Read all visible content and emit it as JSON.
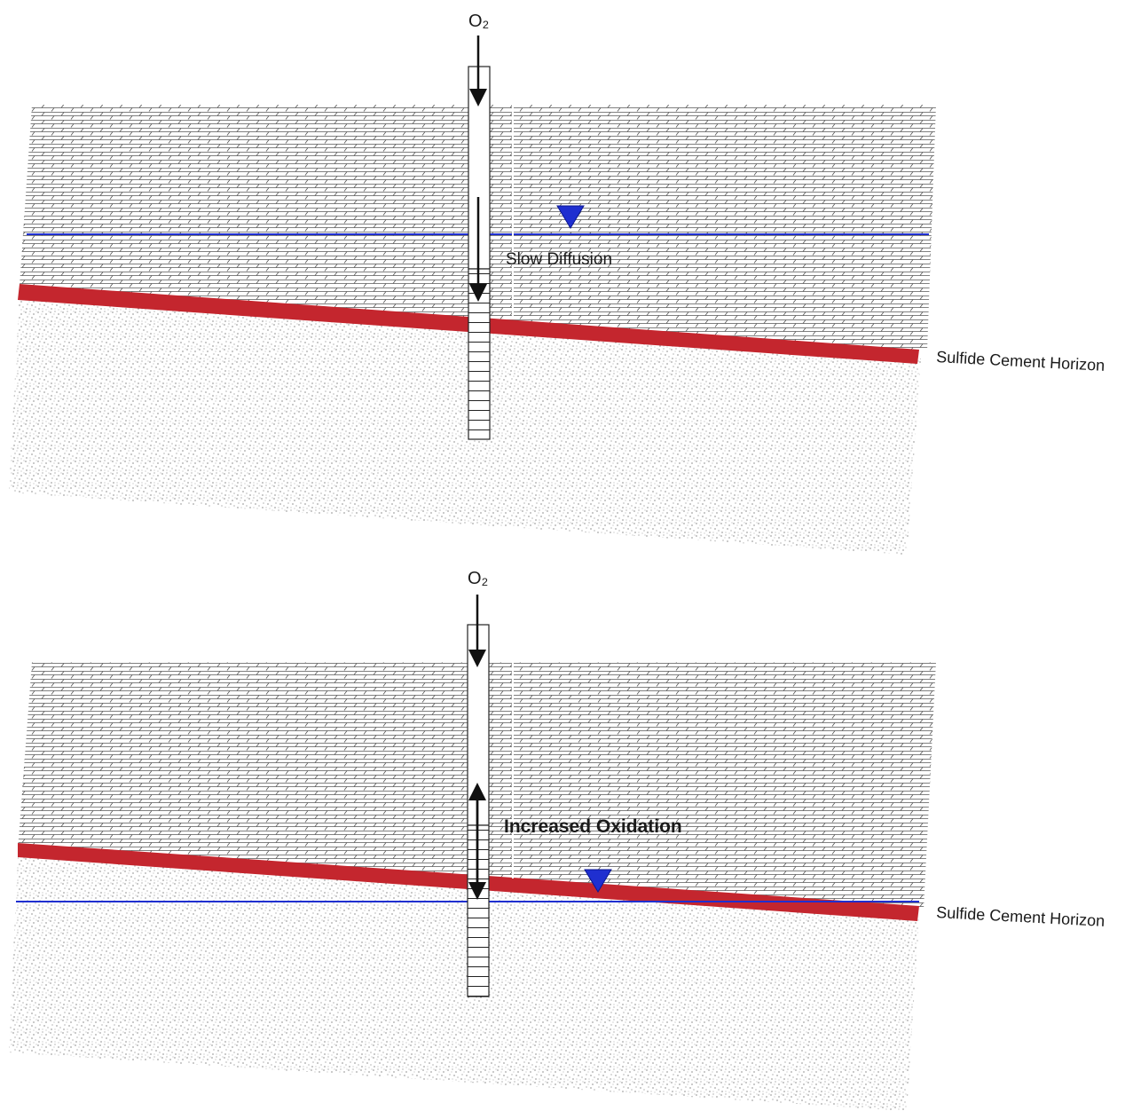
{
  "panels": [
    {
      "id": "top",
      "oxygen_label": "O₂",
      "process_label": "Slow Diffusion",
      "horizon_label": "Sulfide Cement Horizon"
    },
    {
      "id": "bottom",
      "oxygen_label": "O₂",
      "process_label": "Increased Oxidation",
      "horizon_label": "Sulfide Cement Horizon"
    }
  ],
  "colors": {
    "sulfide_horizon": "#c4262e",
    "water_table": "#1f2fd0",
    "water_table_marker": "#1f2fd0",
    "pattern_lines": "#555555",
    "sand_dots": "#4a4a4a"
  },
  "icons": {
    "water_table_marker": "inverted-triangle",
    "oxygen_flow": "arrow-down"
  }
}
